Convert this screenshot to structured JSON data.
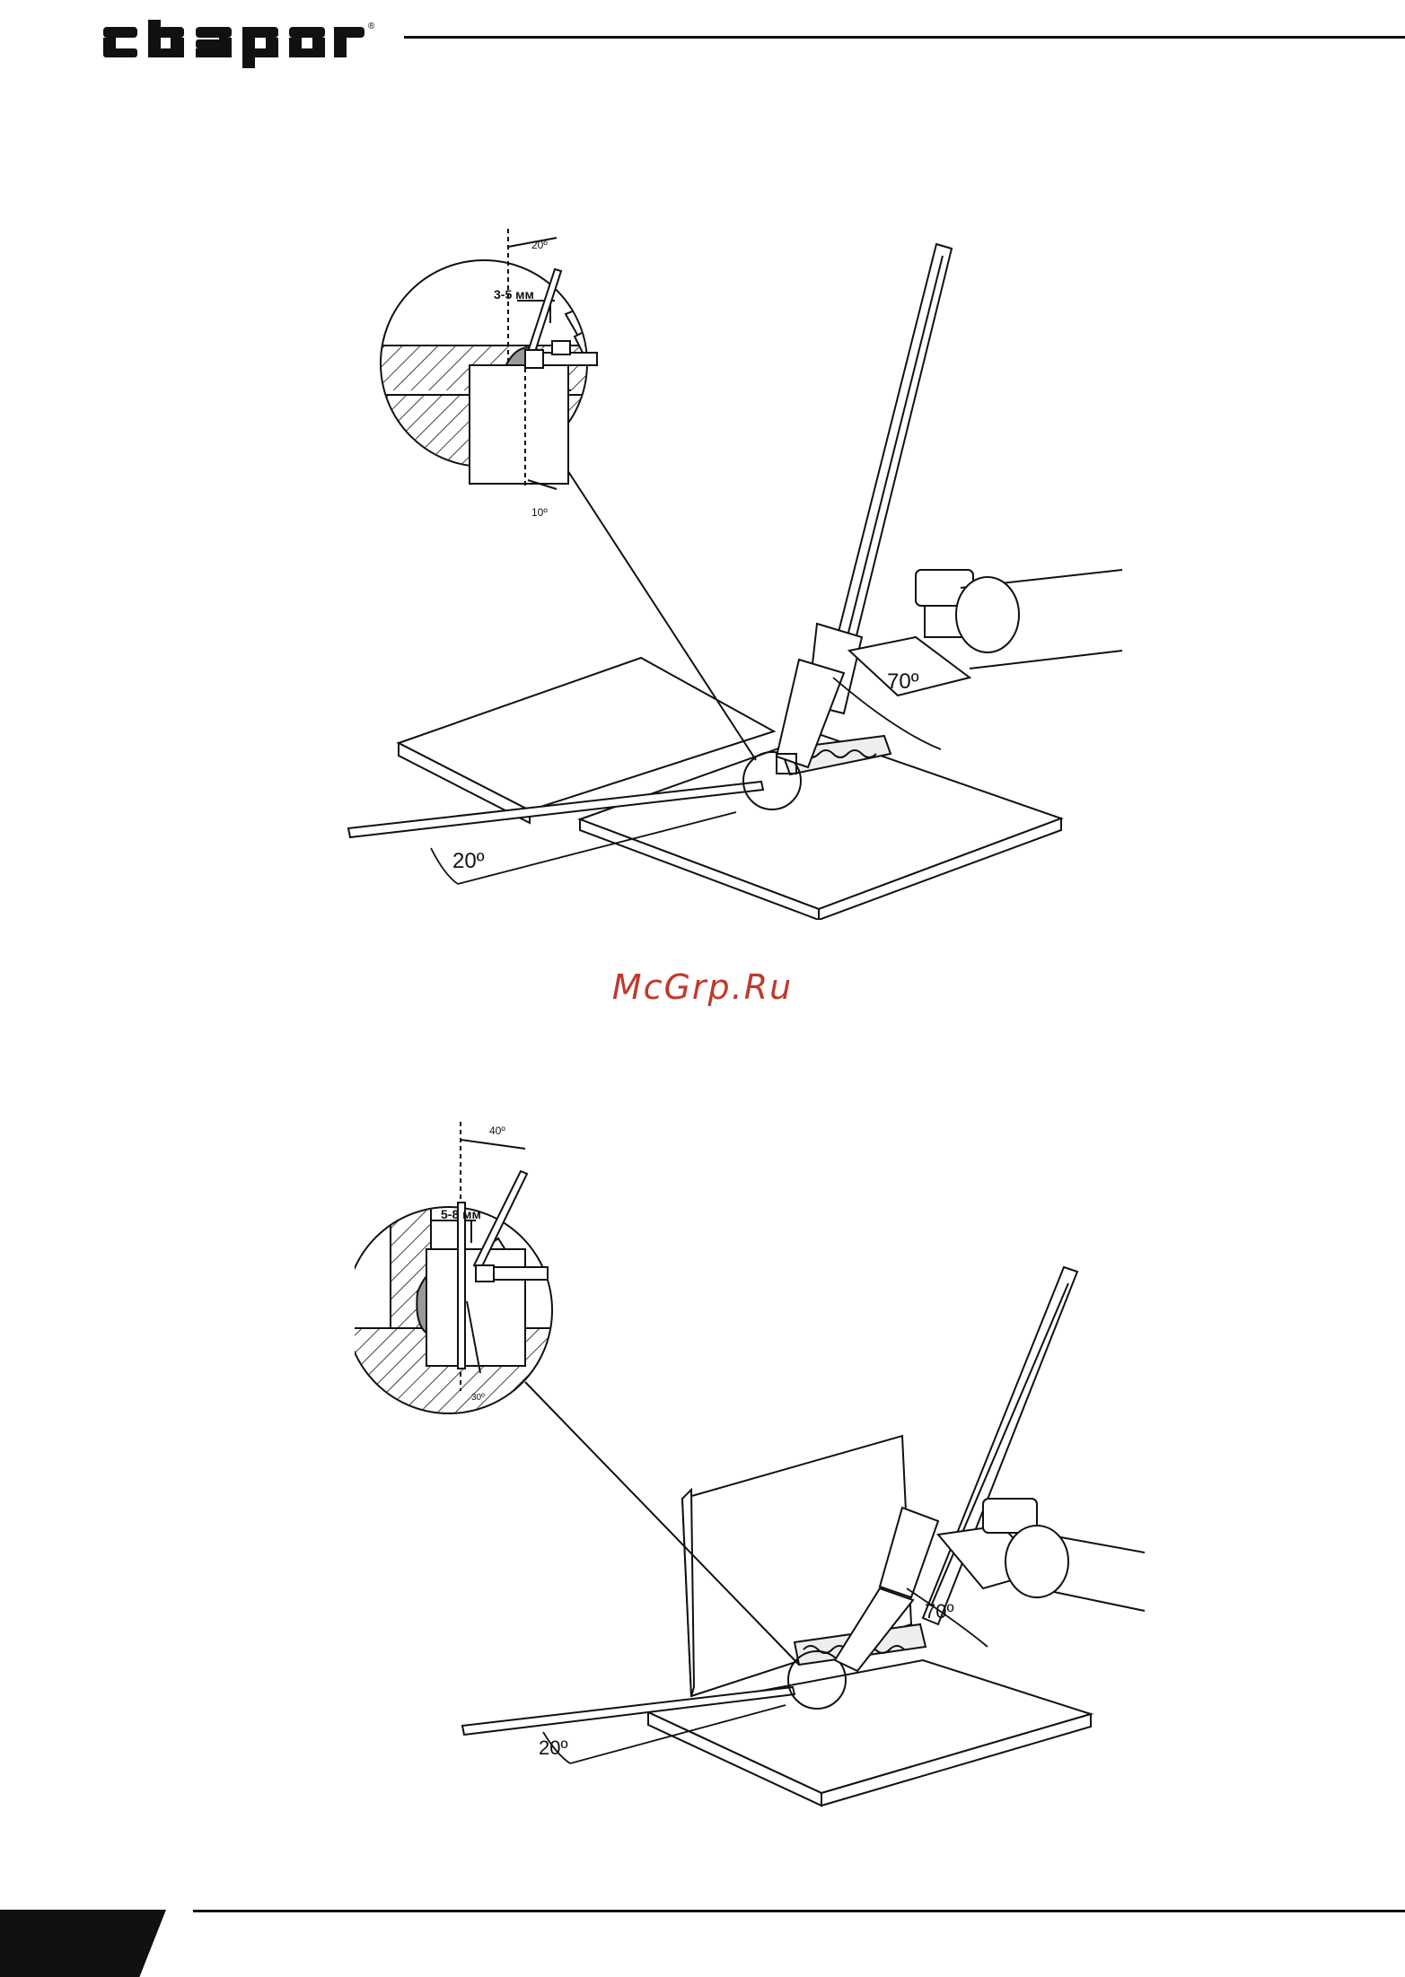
{
  "header": {
    "logo_text": "свapor",
    "registered_mark": "®"
  },
  "watermark": "McGrp.Ru",
  "figure_1": {
    "gap_label": "3-5 мм",
    "angle_top": "20º",
    "angle_bottom_small": "10º",
    "torch_angle": "70º",
    "rod_angle": "20º"
  },
  "figure_2": {
    "gap_label": "5-8 мм",
    "angle_top": "40º",
    "angle_bottom_small": "30º",
    "torch_angle": "70º",
    "rod_angle": "20º"
  }
}
